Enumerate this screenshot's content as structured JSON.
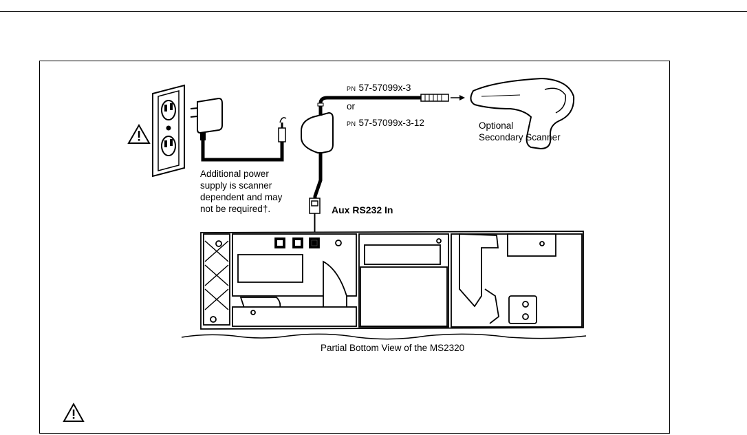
{
  "diagram": {
    "part_number_prefix": "PN",
    "part_number_1": "57-57099x-3",
    "or_text": "or",
    "part_number_2": "57-57099x-3-12",
    "scanner_label_line1": "Optional",
    "scanner_label_line2": "Secondary Scanner",
    "power_note_line1": "Additional power",
    "power_note_line2": "supply is scanner",
    "power_note_line3": "dependent and may",
    "power_note_line4": "not be required†.",
    "port_label": "Aux RS232 In",
    "caption": "Partial Bottom View of the MS2320"
  },
  "icons": [
    "warning-triangle-icon",
    "wall-outlet-icon",
    "power-adapter-icon",
    "y-cable-connector-icon",
    "rj45-plug-icon",
    "handheld-scanner-icon"
  ]
}
